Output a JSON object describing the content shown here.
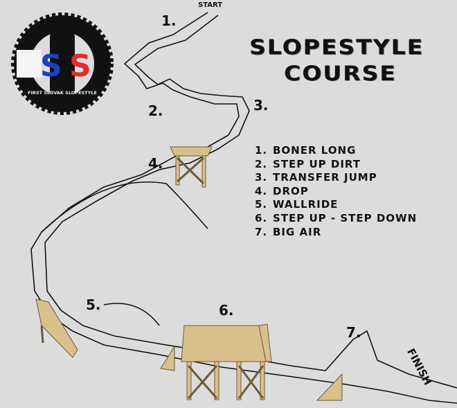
{
  "logo": {
    "text": "FSS",
    "subtitle": "FIRST SLOVAK SLOPESTYLE",
    "colors": {
      "f": "#ffffff",
      "s1": "#1f3fbf",
      "s2": "#e52b2b",
      "ring": "#111111"
    }
  },
  "title": {
    "line1": "SLOPESTYLE",
    "line2": "COURSE"
  },
  "start_label": "START",
  "finish_label": "FINISH",
  "markers": [
    "1.",
    "2.",
    "3.",
    "4.",
    "5.",
    "6.",
    "7."
  ],
  "legend": [
    {
      "num": "1.",
      "label": "BONER LONG"
    },
    {
      "num": "2.",
      "label": "STEP UP DIRT"
    },
    {
      "num": "3.",
      "label": "TRANSFER JUMP"
    },
    {
      "num": "4.",
      "label": "DROP"
    },
    {
      "num": "5.",
      "label": "WALLRIDE"
    },
    {
      "num": "6.",
      "label": "STEP UP - STEP DOWN"
    },
    {
      "num": "7.",
      "label": "BIG AIR"
    }
  ],
  "colors": {
    "background": "#dcdcdc",
    "wood": "#d9bf8c",
    "line": "#111111"
  }
}
